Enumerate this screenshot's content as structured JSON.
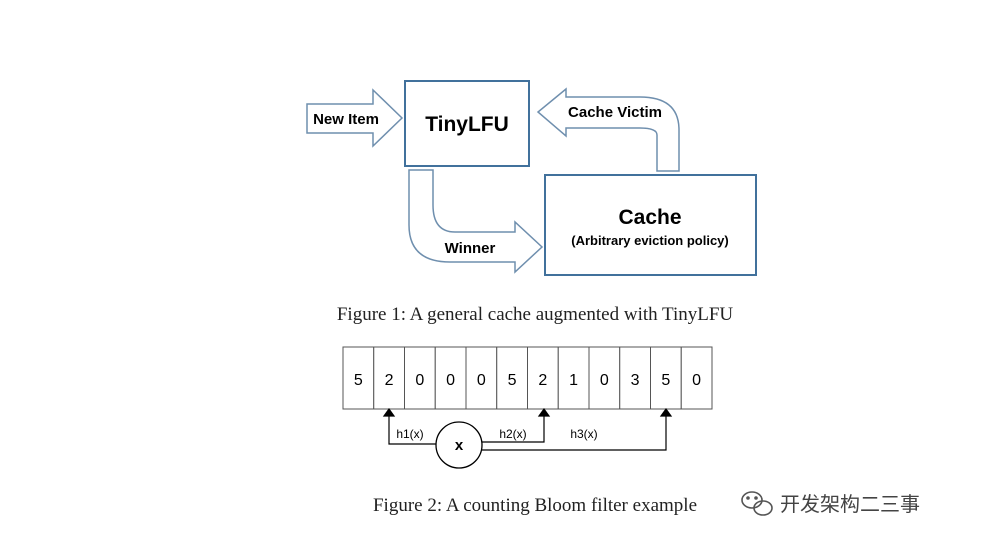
{
  "figure1": {
    "tinylfu_label": "TinyLFU",
    "new_item_label": "New Item",
    "cache_victim_label": "Cache Victim",
    "winner_label": "Winner",
    "cache_label": "Cache",
    "cache_sublabel": "(Arbitrary eviction policy)",
    "caption": "Figure 1: A general cache augmented with TinyLFU"
  },
  "figure2": {
    "counters": [
      "5",
      "2",
      "0",
      "0",
      "0",
      "5",
      "2",
      "1",
      "0",
      "3",
      "5",
      "0"
    ],
    "input_label": "x",
    "hash_labels": [
      "h1(x)",
      "h2(x)",
      "h3(x)"
    ],
    "caption": "Figure 2: A counting Bloom filter example"
  },
  "watermark": {
    "text": "开发架构二三事"
  },
  "colors": {
    "box_border": "#41719c",
    "arrow_border": "#6f8fae"
  }
}
